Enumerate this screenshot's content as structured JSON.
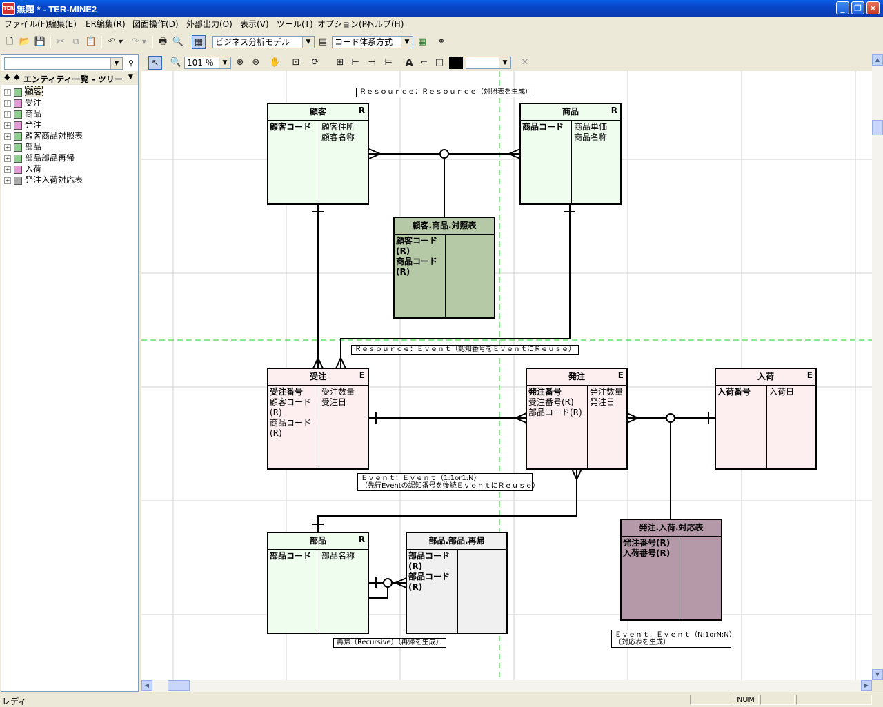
{
  "window": {
    "title": "無題 * - TER-MINE2",
    "app_icon": "TER"
  },
  "menu": [
    "ファイル(F)",
    "編集(E)",
    "ER編集(R)",
    "図面操作(D)",
    "外部出力(O)",
    "表示(V)",
    "ツール(T)",
    "オプション(P)",
    "ヘルプ(H)"
  ],
  "toolbar": {
    "model_select": "ビジネス分析モデル",
    "code_select": "コード体系方式",
    "zoom": "101 ％"
  },
  "tree": {
    "header": "エンティティ一覧 - ツリー",
    "items": [
      {
        "label": "顧客",
        "color": "#8fd08f",
        "selected": true
      },
      {
        "label": "受注",
        "color": "#e89ad8"
      },
      {
        "label": "商品",
        "color": "#8fd08f"
      },
      {
        "label": "発注",
        "color": "#e89ad8"
      },
      {
        "label": "顧客商品対照表",
        "color": "#8fd08f"
      },
      {
        "label": "部品",
        "color": "#8fd08f"
      },
      {
        "label": "部品部品再帰",
        "color": "#8fd08f"
      },
      {
        "label": "入荷",
        "color": "#e89ad8"
      },
      {
        "label": "発注入荷対応表",
        "color": "#aaaaaa"
      }
    ]
  },
  "entities": [
    {
      "id": "kokyaku",
      "name": "顧客",
      "type": "R",
      "keys": "顧客コード",
      "attrs": "顧客住所\n顧客名称",
      "bg": "#effdef"
    },
    {
      "id": "shohin",
      "name": "商品",
      "type": "R",
      "keys": "商品コード",
      "attrs": "商品単価\n商品名称",
      "bg": "#effdef"
    },
    {
      "id": "taisho",
      "name": "顧客.商品.対照表",
      "type": "",
      "keys": "顧客コード\n(R)\n商品コード\n(R)",
      "attrs": "",
      "bg": "#b5c9a7"
    },
    {
      "id": "juchu",
      "name": "受注",
      "type": "E",
      "keys": "受注番号",
      "keys_extra": "顧客コード\n(R)\n商品コード\n(R)",
      "attrs": "受注数量\n受注日",
      "bg": "#fdeff0"
    },
    {
      "id": "hatchu",
      "name": "発注",
      "type": "E",
      "keys": "発注番号",
      "keys_extra": "受注番号(R)\n部品コード(R)",
      "attrs": "発注数量\n発注日",
      "bg": "#fdeff0"
    },
    {
      "id": "nyuka",
      "name": "入荷",
      "type": "E",
      "keys": "入荷番号",
      "attrs": "入荷日",
      "bg": "#fdeff0"
    },
    {
      "id": "buhin",
      "name": "部品",
      "type": "R",
      "keys": "部品コード",
      "attrs": "部品名称",
      "bg": "#effdef"
    },
    {
      "id": "saiki",
      "name": "部品.部品.再帰",
      "type": "",
      "keys": "部品コード\n(R)\n部品コード\n(R)",
      "attrs": "",
      "bg": "#f0f0f0"
    },
    {
      "id": "taio",
      "name": "発注.入荷.対応表",
      "type": "",
      "keys": "発注番号(R)\n入荷番号(R)",
      "attrs": "",
      "bg": "#b599a9"
    }
  ],
  "notes": {
    "res_res": "Ｒｅｓｏｕｒｃｅ：Ｒｅｓｏｕｒｃｅ（対照表を生成）",
    "res_evt": "Ｒｅｓｏｕｒｃｅ：Ｅｖｅｎｔ（認知番号をＥｖｅｎｔにＲｅｕｓｅ）",
    "evt_evt_1": "Ｅｖｅｎｔ：Ｅｖｅｎｔ（1:1or1:N）",
    "evt_evt_2": "（先行Eventの認知番号を後続ＥｖｅｎｔにＲｅｕｓｅ）",
    "recursive": "再帰（Recursive）（再帰を生成）",
    "evt_nn_1": "Ｅｖｅｎｔ：Ｅｖｅｎｔ（N:1orN:N）",
    "evt_nn_2": "（対応表を生成）"
  },
  "status": {
    "text": "レディ",
    "num": "NUM"
  }
}
